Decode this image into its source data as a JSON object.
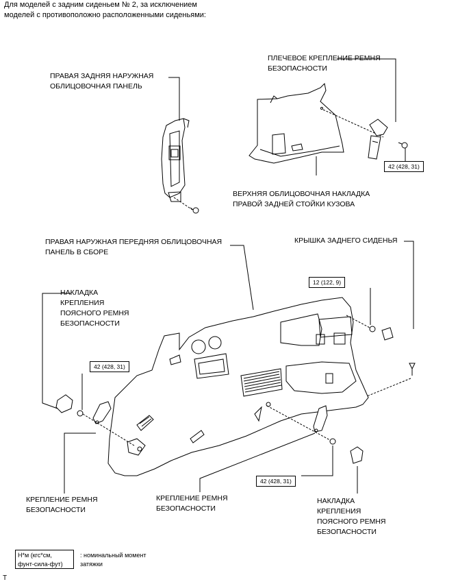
{
  "header": {
    "line1": "Для моделей с задним сиденьем № 2, за исключением",
    "line2": "моделей с противоположно расположенными сиденьями:"
  },
  "labels": {
    "rear_outer_panel": [
      "ПРАВАЯ ЗАДНЯЯ НАРУЖНАЯ",
      "ОБЛИЦОВОЧНАЯ ПАНЕЛЬ"
    ],
    "shoulder_anchor": [
      "ПЛЕЧЕВОЕ КРЕПЛЕНИЕ РЕМНЯ",
      "БЕЗОПАСНОСТИ"
    ],
    "upper_pillar_trim": [
      "ВЕРХНЯЯ ОБЛИЦОВОЧНАЯ НАКЛАДКА",
      "ПРАВОЙ ЗАДНЕЙ СТОЙКИ КУЗОВА"
    ],
    "front_outer_panel": [
      "ПРАВАЯ НАРУЖНАЯ ПЕРЕДНЯЯ ОБЛИЦОВОЧНАЯ",
      "ПАНЕЛЬ В СБОРЕ"
    ],
    "rear_seat_cover": [
      "КРЫШКА ЗАДНЕГО СИДЕНЬЯ"
    ],
    "lap_anchor_cover_left": [
      "НАКЛАДКА",
      "КРЕПЛЕНИЯ",
      "ПОЯСНОГО РЕМНЯ",
      "БЕЗОПАСНОСТИ"
    ],
    "belt_anchor_left": [
      "КРЕПЛЕНИЕ РЕМНЯ",
      "БЕЗОПАСНОСТИ"
    ],
    "belt_anchor_center": [
      "КРЕПЛЕНИЕ РЕМНЯ",
      "БЕЗОПАСНОСТИ"
    ],
    "lap_anchor_cover_right": [
      "НАКЛАДКА",
      "КРЕПЛЕНИЯ",
      "ПОЯСНОГО РЕМНЯ",
      "БЕЗОПАСНОСТИ"
    ]
  },
  "torques": {
    "shoulder": "42 (428, 31)",
    "seat_cover": "12 (122, 9)",
    "left_anchor": "42 (428, 31)",
    "center_anchor": "42 (428, 31)"
  },
  "legend": {
    "box_line1": "Н*м (кгс*см,",
    "box_line2": "фунт-сила-фут)",
    "desc_line1": ": номинальный момент",
    "desc_line2": "затяжки"
  },
  "footer_mark": "T"
}
